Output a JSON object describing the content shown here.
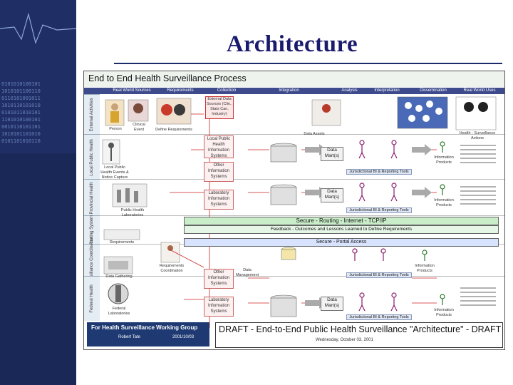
{
  "slide": {
    "title": "Architecture"
  },
  "diagram": {
    "title": "End to End Health Surveillance Process",
    "phases": [
      "Real World Sources",
      "Requirements",
      "Collection",
      "Integration",
      "Analysis",
      "Interpretation",
      "Dissemination",
      "Real World Uses"
    ],
    "lanes": [
      "External Activities",
      "Local Public Health",
      "Provincial Health",
      "Routing System",
      "Surveillance Coordination",
      "Federal Health"
    ],
    "source_labels": [
      "Person",
      "Clinical Event",
      "Define Requirements",
      "Local Public Health Events & Notice Capture",
      "Public Health Laboratories",
      "Requirements",
      "Requirements Coordination",
      "Data Gathering",
      "Federal Laboratories"
    ],
    "boxes": {
      "external": "External Data Sources (Clin., Stats Can, Industry)",
      "local_phis": "Local Public Health Information Systems",
      "other_1": "Other Information Systems",
      "lab_1": "Laboratory Information Systems",
      "other_2": "Other Information Systems",
      "lab_2": "Laboratory Information Systems"
    },
    "data_mart": "Data Mart(s)",
    "data_assets": "Data Assets",
    "data_management": "Data Management",
    "tools": "Jurisdictional BI & Reporting Tools",
    "info_products": "Information Products",
    "health_actions": "Health - Surveillance Actions",
    "bands": {
      "secure_routing": "Secure - Routing - Internet - TCP/IP",
      "feedback": "Feedback - Outcomes and Lessons Learned to Define Requirements",
      "portal": "Secure - Portal Access"
    },
    "footer": {
      "group": "For Health Surveillance Working Group",
      "author": "Robert Tate",
      "version": "2001/10/03"
    },
    "draft": {
      "title": "DRAFT - End-to-End Public Health Surveillance \"Architecture\" - DRAFT",
      "date": "Wednesday, October 03, 2001"
    }
  },
  "colors": {
    "sidebar": "#1f2f66",
    "title": "#1b1b6e",
    "phase_bar": "#3d4a8c",
    "band_green": "#c9ecc9",
    "band_blue": "#d8e4ff",
    "yellow": "#ffff44"
  }
}
